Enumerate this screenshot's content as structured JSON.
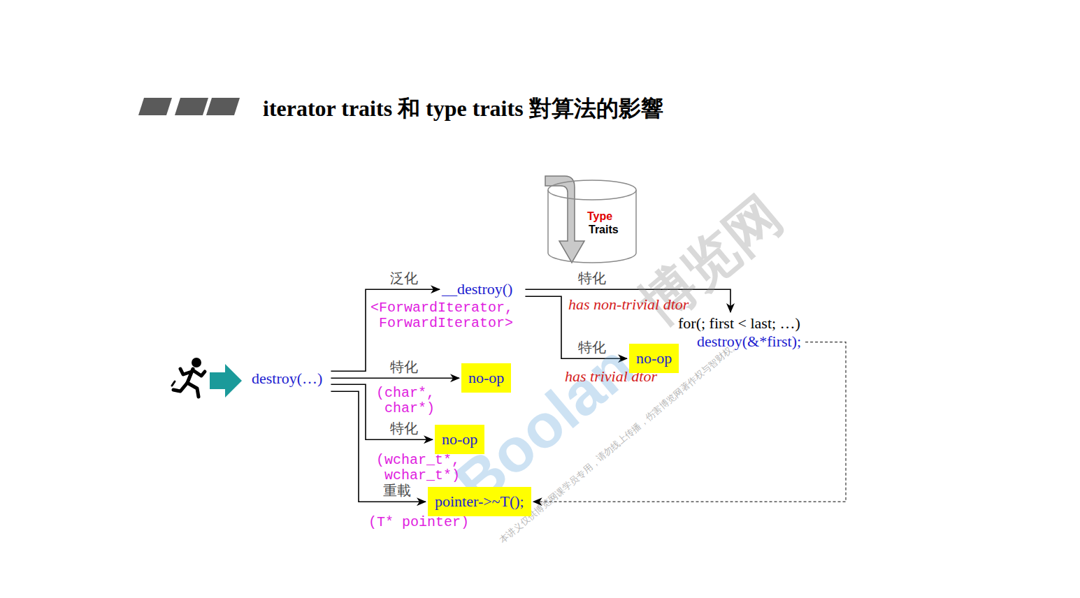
{
  "diagram": {
    "title": "iterator traits 和 type traits 對算法的影響",
    "nodes": [
      {
        "text": [
          "Type",
          "Traits"
        ]
      },
      {
        "text": [
          "destroy(…)"
        ]
      },
      {
        "text": [
          "__destroy()"
        ]
      },
      {
        "text": [
          "for(; first < last; …)",
          "destroy(&*first);"
        ]
      },
      {
        "text": [
          "no-op"
        ]
      },
      {
        "text": [
          "no-op"
        ]
      },
      {
        "text": [
          "no-op"
        ]
      },
      {
        "text": [
          "pointer->~T();"
        ]
      }
    ],
    "edges": [
      {
        "from": 1,
        "to": 2,
        "label": "泛化",
        "arrow": "to"
      },
      {
        "from": 1,
        "to": 5,
        "label": "特化",
        "arrow": "to"
      },
      {
        "from": 1,
        "to": 6,
        "label": "特化",
        "arrow": "to"
      },
      {
        "from": 1,
        "to": 7,
        "label": "重載",
        "arrow": "to"
      },
      {
        "from": 2,
        "to": 3,
        "label": "特化",
        "arrow": "to"
      },
      {
        "from": 2,
        "to": 4,
        "label": "特化",
        "arrow": "to"
      },
      {
        "from": 3,
        "to": 7,
        "arrow": "to"
      }
    ],
    "labels": [
      "<ForwardIterator, ForwardIterator>",
      "(char*, char*)",
      "(wchar_t*, wchar_t*)",
      "(T* pointer)",
      "has non-trivial dtor",
      "has trivial dtor",
      "博览网",
      "Boolan",
      "本讲义仅供博览网课学员专用，请勿线上传播，伤害博览网著作权与智财权。"
    ]
  }
}
